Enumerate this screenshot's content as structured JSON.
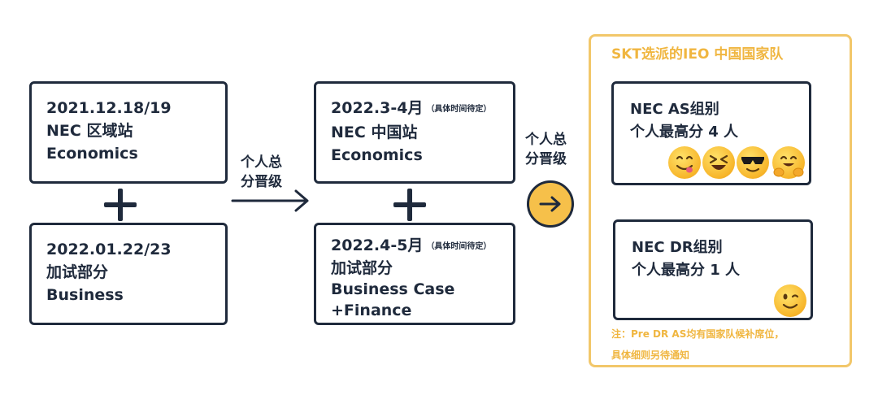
{
  "left": {
    "box1": {
      "line1": "2021.12.18/19",
      "line2": "NEC 区域站",
      "line3": "Economics"
    },
    "box2": {
      "line1": "2022.01.22/23",
      "line2": "加试部分",
      "line3": "Business"
    }
  },
  "promo1": {
    "line1": "个人总",
    "line2": "分晋级"
  },
  "middle": {
    "box1": {
      "line1": "2022.3-4月",
      "note": "（具体时间待定）",
      "line2": "NEC 中国站",
      "line3": "Economics"
    },
    "box2": {
      "line1": "2022.4-5月",
      "note": "（具体时间待定）",
      "line2": "加试部分",
      "line3": "Business Case",
      "line4": "+Finance"
    }
  },
  "promo2": {
    "line1": "个人总",
    "line2": "分晋级"
  },
  "team": {
    "title": "SKT选派的IEO 中国国家队",
    "as": {
      "line1": "NEC AS组别",
      "line2": "个人最高分 4 人"
    },
    "dr": {
      "line1": "NEC DR组别",
      "line2": "个人最高分 1 人"
    },
    "note1": "注：Pre DR AS均有国家队候补席位，",
    "note2": "具体细则另待通知"
  },
  "colors": {
    "dark": "#1f2a3c",
    "accent": "#f0b640",
    "panel_border": "#f2c76a",
    "button": "#f6c04a"
  },
  "icons": [
    "plus-icon",
    "arrow-right-icon",
    "arrow-right-circle-icon",
    "emoji-icons"
  ]
}
